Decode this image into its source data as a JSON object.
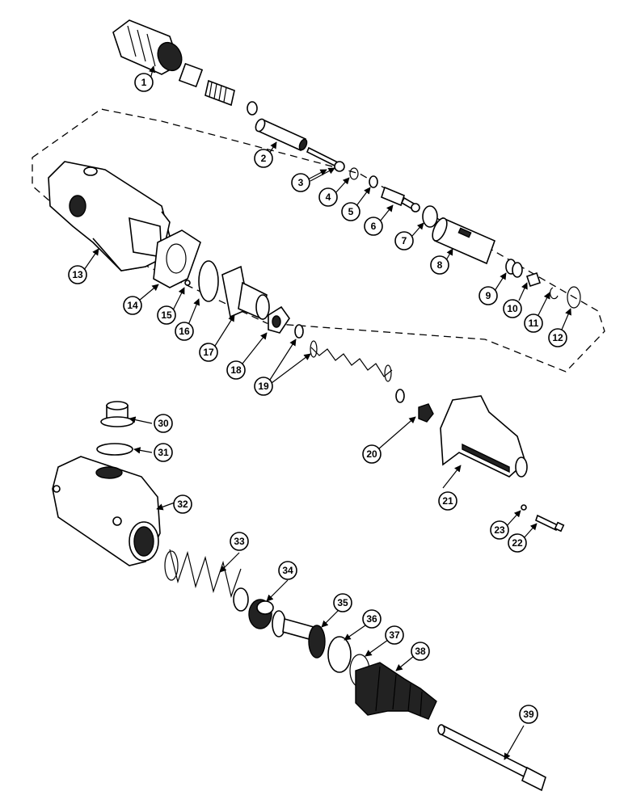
{
  "callouts": [
    "1",
    "2",
    "3",
    "4",
    "5",
    "6",
    "7",
    "8",
    "9",
    "10",
    "11",
    "12",
    "13",
    "14",
    "15",
    "16",
    "17",
    "18",
    "19",
    "20",
    "21",
    "22",
    "23",
    "30",
    "31",
    "32",
    "33",
    "34",
    "35",
    "36",
    "37",
    "38",
    "39"
  ]
}
